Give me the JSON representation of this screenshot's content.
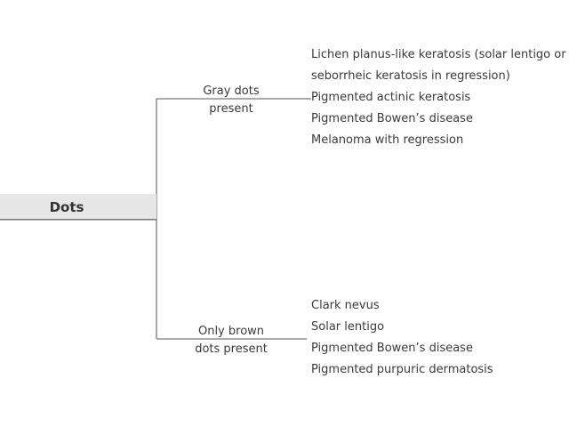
{
  "root": {
    "label": "Dots"
  },
  "branches": [
    {
      "label_lines": [
        "Gray dots",
        "present"
      ],
      "diagnoses": [
        {
          "lines": [
            "Lichen planus-like keratosis (solar lentigo or",
            "seborrheic keratosis in regression)"
          ]
        },
        {
          "lines": [
            "Pigmented actinic keratosis"
          ]
        },
        {
          "lines": [
            "Pigmented Bowen’s disease"
          ]
        },
        {
          "lines": [
            "Melanoma with regression"
          ]
        }
      ]
    },
    {
      "label_lines": [
        "Only brown",
        "dots present"
      ],
      "diagnoses": [
        {
          "lines": [
            "Clark nevus"
          ]
        },
        {
          "lines": [
            "Solar lentigo"
          ]
        },
        {
          "lines": [
            "Pigmented Bowen’s disease"
          ]
        },
        {
          "lines": [
            "Pigmented purpuric dermatosis"
          ]
        }
      ]
    }
  ],
  "colors": {
    "root_fill": "#e7e7e7",
    "line": "#555555",
    "text": "#3a3a3a"
  }
}
